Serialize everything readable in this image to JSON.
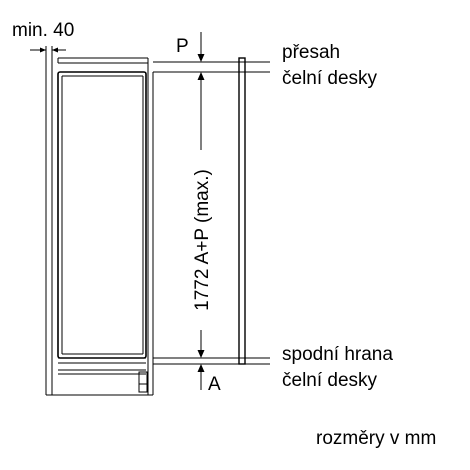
{
  "labels": {
    "min_gap": "min. 40",
    "overlap_letter": "P",
    "overlap_text_1": "přesah",
    "overlap_text_2": "čelní desky",
    "bottom_edge_1": "spodní hrana",
    "bottom_edge_2": "čelní desky",
    "bottom_letter": "A",
    "height_dimension": "1772 A+P (max.)",
    "units_note": "rozměry v mm"
  }
}
